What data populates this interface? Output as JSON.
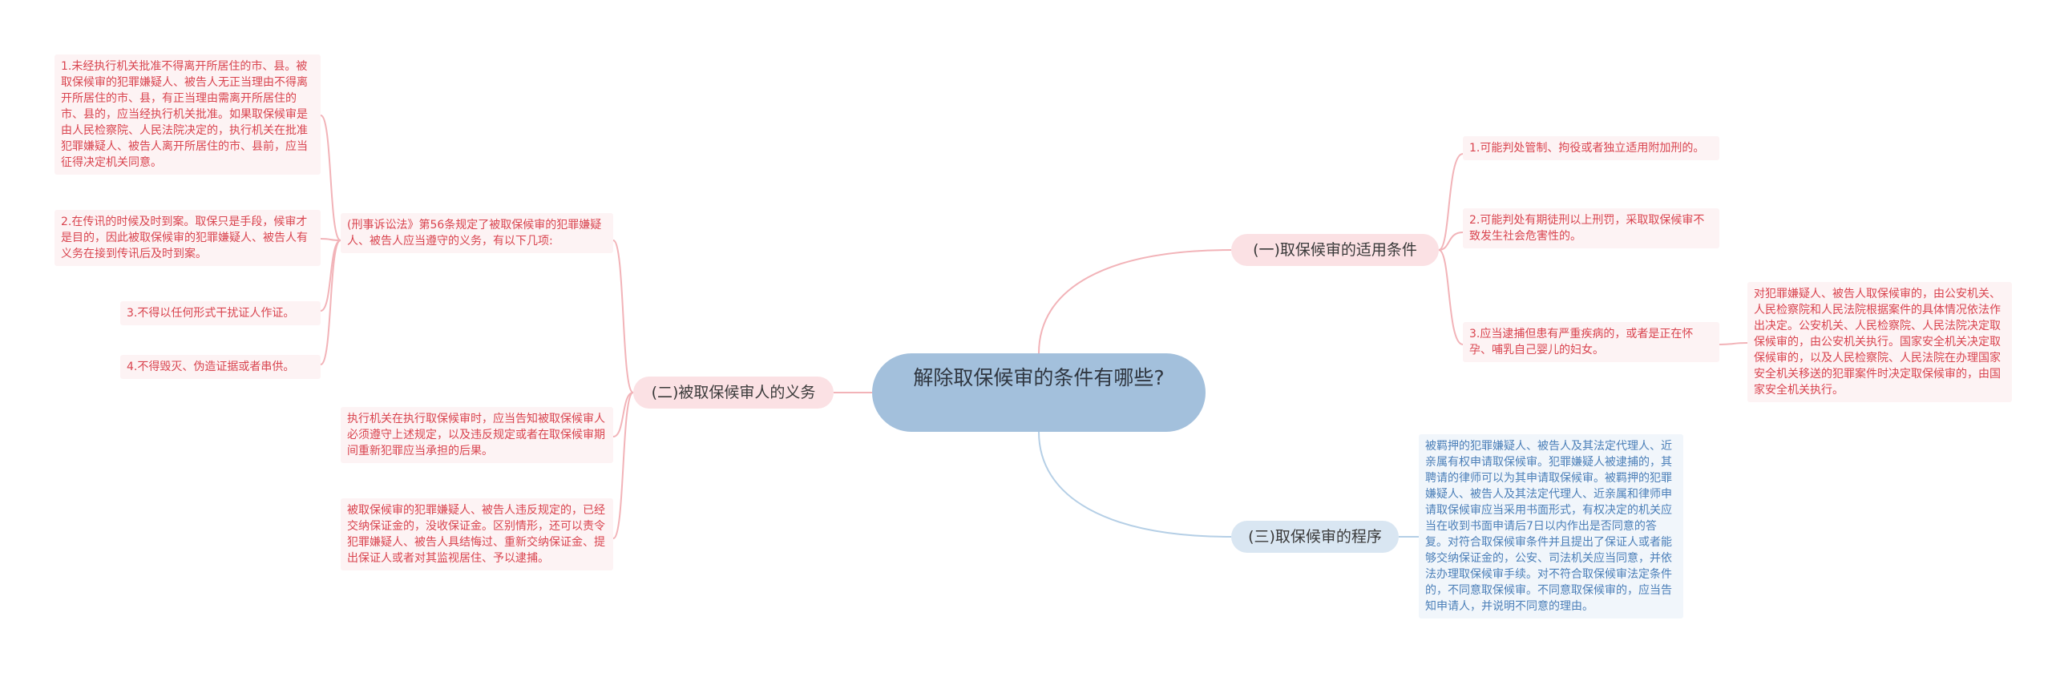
{
  "root": {
    "label": "解除取保候审的条件有哪些?"
  },
  "branches": {
    "applicable": {
      "label": "(一)取保候审的适用条件",
      "items": [
        "1.可能判处管制、拘役或者独立适用附加刑的。",
        "2.可能判处有期徒刑以上刑罚，采取取保候审不致发生社会危害性的。",
        "3.应当逮捕但患有严重疾病的，或者是正在怀孕、哺乳自己婴儿的妇女。"
      ],
      "sub_note": "对犯罪嫌疑人、被告人取保候审的，由公安机关、人民检察院和人民法院根据案件的具体情况依法作出决定。公安机关、人民检察院、人民法院决定取保候审的，由公安机关执行。国家安全机关决定取保候审的，以及人民检察院、人民法院在办理国家安全机关移送的犯罪案件时决定取保候审的，由国家安全机关执行。"
    },
    "obligations": {
      "label": "(二)被取保候审人的义务",
      "intro": "(刑事诉讼法》第56条规定了被取保候审的犯罪嫌疑人、被告人应当遵守的义务，有以下几项:",
      "items": [
        "1.未经执行机关批准不得离开所居住的市、县。被取保候审的犯罪嫌疑人、被告人无正当理由不得离开所居住的市、县，有正当理由需离开所居住的市、县的，应当经执行机关批准。如果取保候审是由人民检察院、人民法院决定的，执行机关在批准犯罪嫌疑人、被告人离开所居住的市、县前，应当征得决定机关同意。",
        "2.在传讯的时候及时到案。取保只是手段，候审才是目的，因此被取保候审的犯罪嫌疑人、被告人有义务在接到传讯后及时到案。",
        "3.不得以任何形式干扰证人作证。",
        "4.不得毁灭、伪造证据或者串供。"
      ],
      "notes": [
        "执行机关在执行取保候审时，应当告知被取保候审人必须遵守上述规定，以及违反规定或者在取保候审期间重新犯罪应当承担的后果。",
        "被取保候审的犯罪嫌疑人、被告人违反规定的，已经交纳保证金的，没收保证金。区别情形，还可以责令犯罪嫌疑人、被告人具结悔过、重新交纳保证金、提出保证人或者对其监视居住、予以逮捕。"
      ]
    },
    "procedure": {
      "label": "(三)取保候审的程序",
      "text": "被羁押的犯罪嫌疑人、被告人及其法定代理人、近亲属有权申请取保候审。犯罪嫌疑人被逮捕的，其聘请的律师可以为其申请取保候审。被羁押的犯罪嫌疑人、被告人及其法定代理人、近亲属和律师申请取保候审应当采用书面形式，有权决定的机关应当在收到书面申请后7日以内作出是否同意的答复。对符合取保候审条件并且提出了保证人或者能够交纳保证金的，公安、司法机关应当同意，并依法办理取保候审手续。对不符合取保候审法定条件的，不同意取保候审。不同意取保候审的，应当告知申请人，并说明不同意的理由。"
    }
  },
  "colors": {
    "root_fill": "#a3c0dc",
    "red_branch_fill": "#fbe1e4",
    "red_leaf_fill": "#fdf3f4",
    "red_text": "#d9444f",
    "red_line": "#f2b3b8",
    "blue_branch_fill": "#d9e6f2",
    "blue_leaf_fill": "#f1f6fb",
    "blue_text": "#4b7fb8",
    "blue_line": "#b5cfe6"
  }
}
